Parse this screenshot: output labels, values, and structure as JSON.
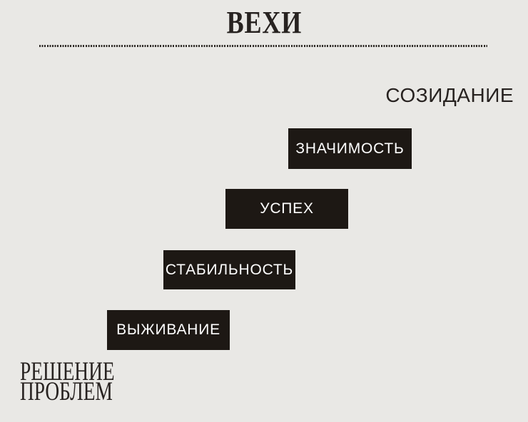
{
  "title": "ВЕХИ",
  "corner_labels": {
    "top_right": "СОЗИДАНИЕ",
    "bottom_left_line1": "РЕШЕНИЕ",
    "bottom_left_line2": "ПРОБЛЕМ"
  },
  "steps": [
    {
      "label": "ВЫЖИВАНИЕ"
    },
    {
      "label": "СТАБИЛЬНОСТЬ"
    },
    {
      "label": "УСПЕХ"
    },
    {
      "label": "ЗНАЧИМОСТЬ"
    }
  ],
  "colors": {
    "background": "#e9e8e5",
    "step_box": "#1d1814",
    "step_text": "#ffffff",
    "text": "#272220",
    "dotted_line": "#2e2a26"
  }
}
